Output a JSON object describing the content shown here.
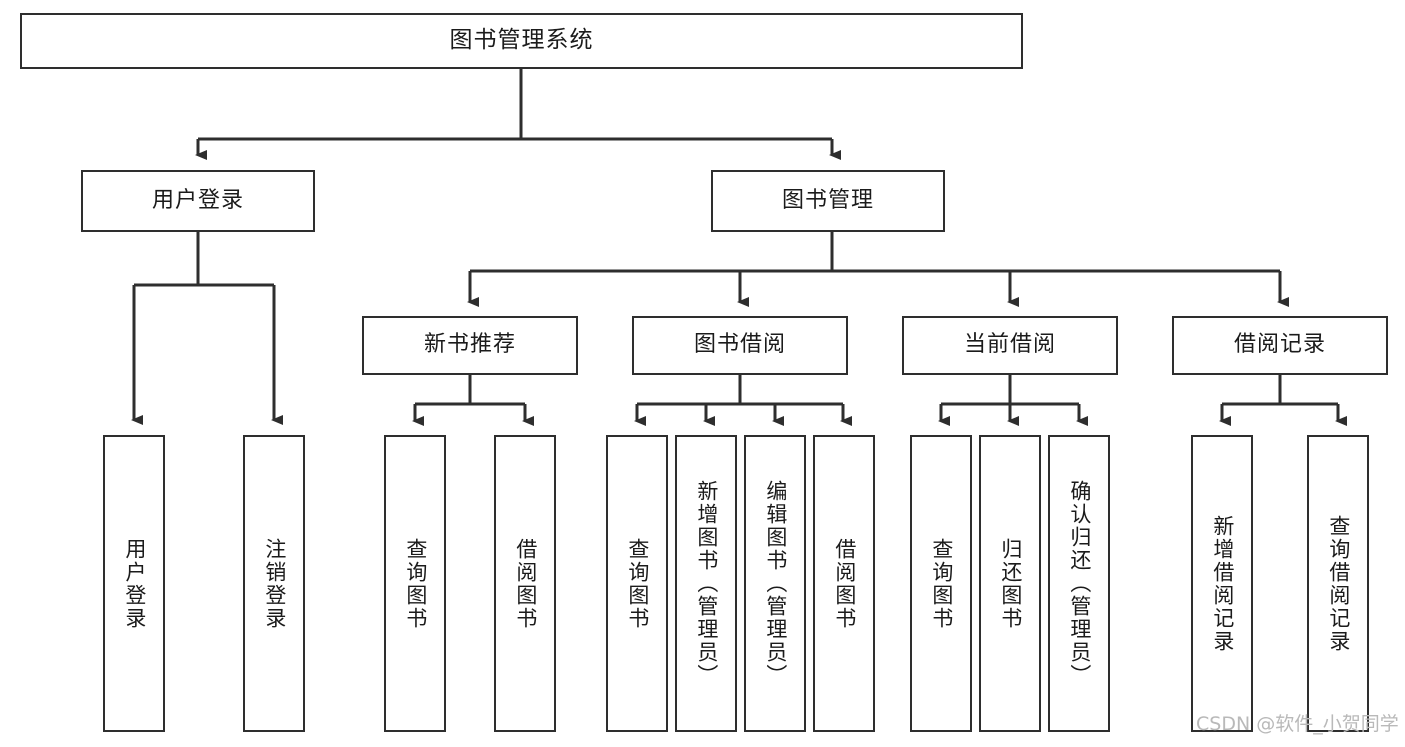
{
  "diagram": {
    "title": "图书管理系统",
    "type": "tree",
    "orientation": "top-down",
    "colors": {
      "box_border": "#2e2e2e",
      "box_fill": "#ffffff",
      "edge": "#2e2e2e",
      "text": "#1b1b1b",
      "watermark": "#b9b9b9",
      "background": "#ffffff"
    },
    "watermark": "CSDN @软件_小贺同学",
    "nodes": {
      "root": {
        "id": "root",
        "label": "图书管理系统",
        "level": 1,
        "orientation": "horizontal"
      },
      "level2": [
        {
          "id": "user-login",
          "label": "用户登录",
          "level": 2,
          "orientation": "horizontal"
        },
        {
          "id": "book-manage",
          "label": "图书管理",
          "level": 2,
          "orientation": "horizontal"
        }
      ],
      "level3": [
        {
          "id": "new-book-rec",
          "label": "新书推荐",
          "level": 3,
          "orientation": "horizontal",
          "parent": "book-manage"
        },
        {
          "id": "book-borrow",
          "label": "图书借阅",
          "level": 3,
          "orientation": "horizontal",
          "parent": "book-manage"
        },
        {
          "id": "current-borrow",
          "label": "当前借阅",
          "level": 3,
          "orientation": "horizontal",
          "parent": "book-manage"
        },
        {
          "id": "borrow-record",
          "label": "借阅记录",
          "level": 3,
          "orientation": "horizontal",
          "parent": "book-manage"
        }
      ],
      "leaves": [
        {
          "id": "leaf-user-login",
          "label": "用户登录",
          "orientation": "vertical",
          "parent": "user-login"
        },
        {
          "id": "leaf-logout",
          "label": "注销登录",
          "orientation": "vertical",
          "parent": "user-login"
        },
        {
          "id": "leaf-query-book-rec",
          "label": "查询图书",
          "orientation": "vertical",
          "parent": "new-book-rec"
        },
        {
          "id": "leaf-borrow-book-rec",
          "label": "借阅图书",
          "orientation": "vertical",
          "parent": "new-book-rec"
        },
        {
          "id": "leaf-query-book-borrow",
          "label": "查询图书",
          "orientation": "vertical",
          "parent": "book-borrow"
        },
        {
          "id": "leaf-add-book",
          "label": "新增图书（管理员）",
          "orientation": "vertical",
          "parent": "book-borrow"
        },
        {
          "id": "leaf-edit-book",
          "label": "编辑图书（管理员）",
          "orientation": "vertical",
          "parent": "book-borrow"
        },
        {
          "id": "leaf-borrow-book",
          "label": "借阅图书",
          "orientation": "vertical",
          "parent": "book-borrow"
        },
        {
          "id": "leaf-query-book-current",
          "label": "查询图书",
          "orientation": "vertical",
          "parent": "current-borrow"
        },
        {
          "id": "leaf-return-book",
          "label": "归还图书",
          "orientation": "vertical",
          "parent": "current-borrow"
        },
        {
          "id": "leaf-confirm-return",
          "label": "确认归还（管理员）",
          "orientation": "vertical",
          "parent": "current-borrow"
        },
        {
          "id": "leaf-add-record",
          "label": "新增借阅记录",
          "orientation": "vertical",
          "parent": "borrow-record"
        },
        {
          "id": "leaf-query-record",
          "label": "查询借阅记录",
          "orientation": "vertical",
          "parent": "borrow-record"
        }
      ]
    }
  }
}
